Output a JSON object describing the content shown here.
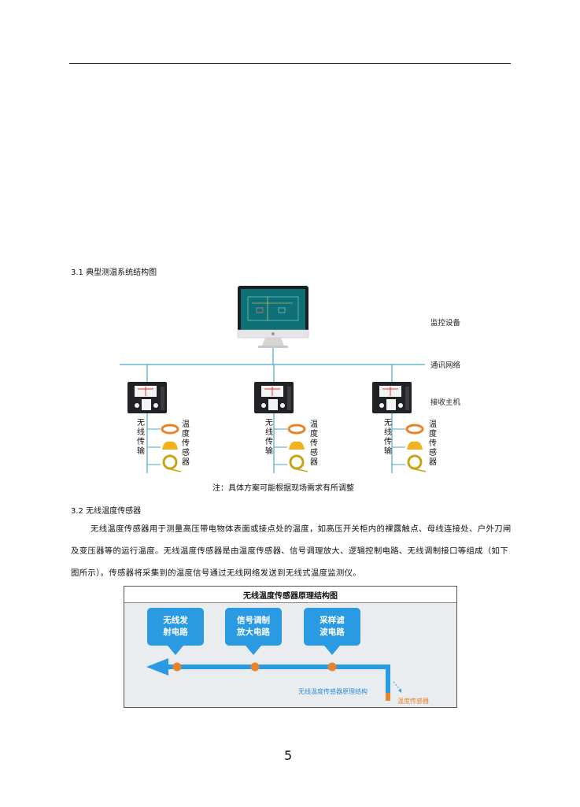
{
  "section_31_heading": "3.1  典型测温系统结构图",
  "system_diagram": {
    "monitor_label": "监控设备",
    "network_label": "通讯网络",
    "receiver_label": "接收主机",
    "transmit_vertical": "无线传输",
    "sensor_vertical": "温度传感器",
    "note": "注：具体方案可能根据现场需求有所调整"
  },
  "section_32_heading": "3.2  无线温度传感器",
  "paragraph_32": "无线温度传感器用于测量高压带电物体表面或接点处的温度，如高压开关柜内的裸露触点、母线连接处、户外刀闸及变压器等的运行温度。无线温度传感器是由温度传感器、信号调理放大、逻辑控制电路、无线调制接口等组成（如下图所示）。传感器将采集到的温度信号通过无线网络发送到无线式温度监测仪。",
  "sensor_diagram": {
    "title": "无线温度传感器原理结构图",
    "bubbles": [
      {
        "line1": "无线发",
        "line2": "射电路"
      },
      {
        "line1": "信号调制",
        "line2": "放大电路"
      },
      {
        "line1": "采样滤",
        "line2": "波电路"
      }
    ],
    "pipe_label": "无线温度传感器原理结构",
    "sensor_label": "温度传感器"
  },
  "page_number": "5",
  "colors": {
    "network_line": "#4aa8c8",
    "bubble_blue": "#2a9ae3",
    "node_orange": "#e8832a",
    "diagram_bg": "#e9edf0"
  }
}
